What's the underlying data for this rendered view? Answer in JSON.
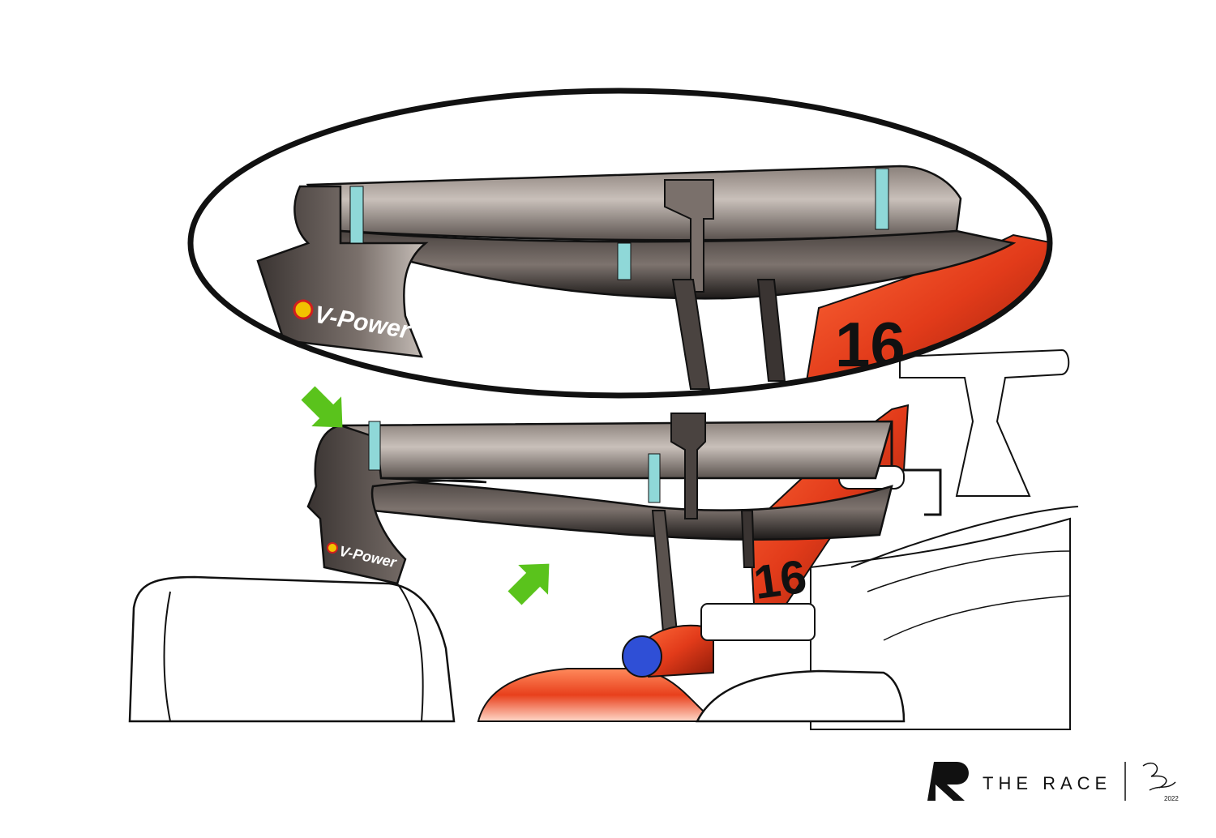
{
  "detail_view": {
    "sponsor": "V-Power",
    "car_number": "16"
  },
  "main_view": {
    "sponsor": "V-Power",
    "car_number": "16"
  },
  "watermark": {
    "brand": "THE RACE",
    "signature_year": "2022"
  },
  "colors": {
    "wing_dark": "#2e2a28",
    "wing_mid": "#6b625e",
    "wing_light": "#b5aca6",
    "engine_red": "#e23b1a",
    "arrow_green": "#5ac31c",
    "fitting_cyan": "#8fd8d8",
    "outline": "#111111"
  },
  "icons": [
    "arrow-down-right-icon",
    "arrow-up-right-icon",
    "the-race-logo-icon"
  ]
}
